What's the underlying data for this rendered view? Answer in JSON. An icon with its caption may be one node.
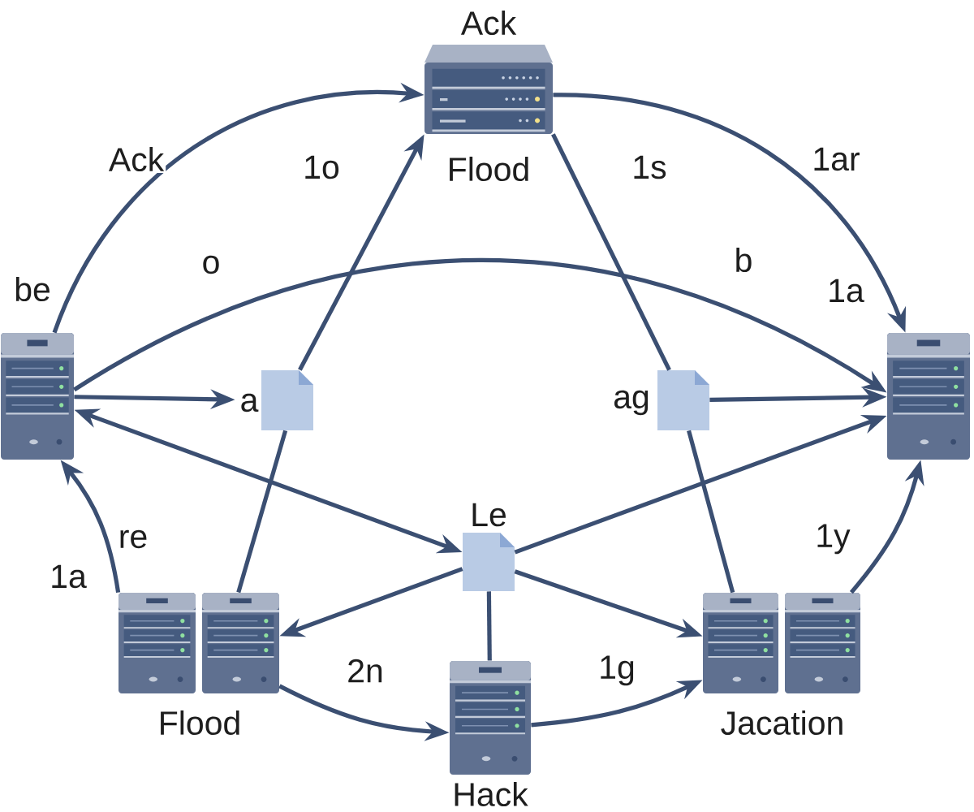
{
  "diagram": {
    "nodes": [
      {
        "text": [
          "Ack",
          "Flood"
        ]
      },
      {
        "text": [
          "be"
        ]
      },
      {
        "text": [
          "1a"
        ]
      },
      {
        "text": [
          "a"
        ]
      },
      {
        "text": [
          "ag"
        ]
      },
      {
        "text": [
          "Le"
        ]
      },
      {
        "text": [
          "Flood"
        ]
      },
      {
        "text": [
          "Hack"
        ]
      },
      {
        "text": [
          "Jacation"
        ]
      }
    ],
    "edges": [
      {
        "from": 1,
        "to": 0,
        "arrow": "to",
        "label": "Ack"
      },
      {
        "from": 3,
        "to": 0,
        "arrow": "to",
        "label": "1o"
      },
      {
        "from": 1,
        "to": 2,
        "arrow": "to",
        "label": "o"
      },
      {
        "from": 0,
        "to": 2,
        "arrow": "to",
        "label": "1ar"
      },
      {
        "from": 0,
        "to": 4,
        "arrow": "none",
        "label": "1s"
      },
      {
        "from": 1,
        "to": 3,
        "arrow": "to"
      },
      {
        "from": 4,
        "to": 2,
        "arrow": "to"
      },
      {
        "from": 1,
        "to": 5,
        "arrow": "both"
      },
      {
        "from": 3,
        "to": 6,
        "arrow": "none"
      },
      {
        "from": 6,
        "to": 1,
        "arrow": "to",
        "label": "1a"
      },
      {
        "from": 5,
        "to": 6,
        "arrow": "to"
      },
      {
        "from": 6,
        "to": 7,
        "arrow": "to",
        "label": "2n"
      },
      {
        "from": 5,
        "to": 7,
        "arrow": "none"
      },
      {
        "from": 5,
        "to": 2,
        "arrow": "to"
      },
      {
        "from": 5,
        "to": 8,
        "arrow": "to"
      },
      {
        "from": 7,
        "to": 8,
        "arrow": "to",
        "label": "1g"
      },
      {
        "from": 4,
        "to": 8,
        "arrow": "none"
      },
      {
        "from": 8,
        "to": 2,
        "arrow": "to",
        "label": "1y"
      }
    ],
    "labels": [
      "b",
      "re"
    ]
  }
}
